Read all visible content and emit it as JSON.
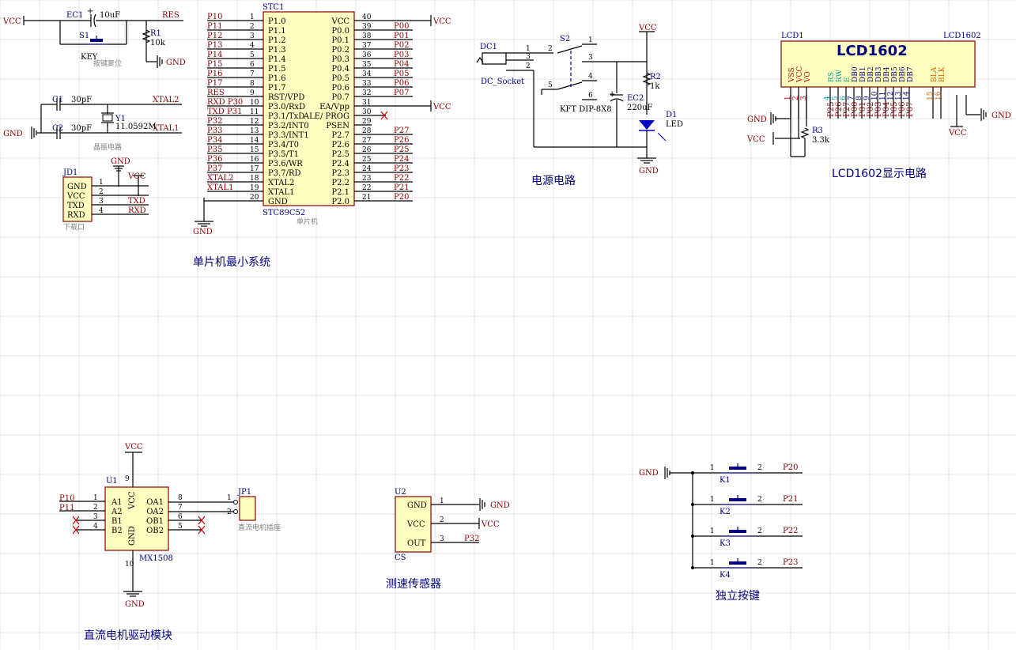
{
  "sections": {
    "mcu": "单片机最小系统",
    "power": "电源电路",
    "lcd": "LCD1602显示电路",
    "motor": "直流电机驱动模块",
    "sensor": "测速传感器",
    "keys": "独立按键",
    "reset": "按键复位",
    "crystal": "晶振电路",
    "download": "下载口",
    "mcu_small": "单片机",
    "motor_plug": "直流电机插座"
  },
  "reset": {
    "vcc": "VCC",
    "ec1": "EC1",
    "ec1_val": "10uF",
    "res": "RES",
    "s1": "S1",
    "key": "KEY",
    "r1": "R1",
    "r1_val": "10k",
    "gnd": "GND"
  },
  "crystal": {
    "c1": "C1",
    "c1_val": "30pF",
    "c2": "C2",
    "c2_val": "30pF",
    "y1": "Y1",
    "y1_val": "11.0592M",
    "xtal2": "XTAL2",
    "xtal1": "XTAL1",
    "gnd": "GND"
  },
  "jd1": {
    "ref": "JD1",
    "gnd": "GND",
    "vcc": "VCC",
    "pins": [
      {
        "name": "GND",
        "num": "1",
        "net": ""
      },
      {
        "name": "VCC",
        "num": "2",
        "net": ""
      },
      {
        "name": "TXD",
        "num": "3",
        "net": "TXD"
      },
      {
        "name": "RXD",
        "num": "4",
        "net": "RXD"
      }
    ]
  },
  "mcu": {
    "ref": "STC1",
    "part": "STC89C52",
    "gnd": "GND",
    "vcc_right": "VCC",
    "left_pins": [
      {
        "net": "P10",
        "num": "1",
        "name": "P1.0"
      },
      {
        "net": "P11",
        "num": "2",
        "name": "P1.1"
      },
      {
        "net": "P12",
        "num": "3",
        "name": "P1.2"
      },
      {
        "net": "P13",
        "num": "4",
        "name": "P1.3"
      },
      {
        "net": "P14",
        "num": "5",
        "name": "P1.4"
      },
      {
        "net": "P15",
        "num": "6",
        "name": "P1.5"
      },
      {
        "net": "P16",
        "num": "7",
        "name": "P1.6"
      },
      {
        "net": "P17",
        "num": "8",
        "name": "P1.7"
      },
      {
        "net": "RES",
        "num": "9",
        "name": "RST/VPD"
      },
      {
        "net": "RXD P30",
        "num": "10",
        "name": "P3.0/RxD"
      },
      {
        "net": "TXD P31",
        "num": "11",
        "name": "P3.1/TxD"
      },
      {
        "net": "P32",
        "num": "12",
        "name": "P3.2/INT0"
      },
      {
        "net": "P33",
        "num": "13",
        "name": "P3.3/INT1"
      },
      {
        "net": "P34",
        "num": "14",
        "name": "P3.4/T0"
      },
      {
        "net": "P35",
        "num": "15",
        "name": "P3.5/T1"
      },
      {
        "net": "P36",
        "num": "16",
        "name": "P3.6/WR"
      },
      {
        "net": "P37",
        "num": "17",
        "name": "P3.7/RD"
      },
      {
        "net": "XTAL2",
        "num": "18",
        "name": "XTAL2"
      },
      {
        "net": "XTAL1",
        "num": "19",
        "name": "XTAL1"
      },
      {
        "net": "",
        "num": "20",
        "name": "GND"
      }
    ],
    "right_pins": [
      {
        "name": "VCC",
        "num": "40",
        "net": ""
      },
      {
        "name": "P0.0",
        "num": "39",
        "net": "P00"
      },
      {
        "name": "P0.1",
        "num": "38",
        "net": "P01"
      },
      {
        "name": "P0.2",
        "num": "37",
        "net": "P02"
      },
      {
        "name": "P0.3",
        "num": "36",
        "net": "P03"
      },
      {
        "name": "P0.4",
        "num": "35",
        "net": "P04"
      },
      {
        "name": "P0.5",
        "num": "34",
        "net": "P05"
      },
      {
        "name": "P0.6",
        "num": "33",
        "net": "P06"
      },
      {
        "name": "P0.7",
        "num": "32",
        "net": "P07"
      },
      {
        "name": "EA/Vpp",
        "num": "31",
        "net": ""
      },
      {
        "name": "ALE/ PROG",
        "num": "30",
        "net": ""
      },
      {
        "name": "PSEN",
        "num": "29",
        "net": ""
      },
      {
        "name": "P2.7",
        "num": "28",
        "net": "P27"
      },
      {
        "name": "P2.6",
        "num": "27",
        "net": "P26"
      },
      {
        "name": "P2.5",
        "num": "26",
        "net": "P25"
      },
      {
        "name": "P2.4",
        "num": "25",
        "net": "P24"
      },
      {
        "name": "P2.3",
        "num": "24",
        "net": "P23"
      },
      {
        "name": "P2.2",
        "num": "23",
        "net": "P22"
      },
      {
        "name": "P2.1",
        "num": "22",
        "net": "P21"
      },
      {
        "name": "P2.0",
        "num": "21",
        "net": "P20"
      }
    ]
  },
  "power": {
    "dc1": "DC1",
    "dc_socket": "DC_Socket",
    "s2": "S2",
    "s2_part": "KFT DIP-8X8",
    "vcc": "VCC",
    "r2": "R2",
    "r2_val": "1k",
    "ec2": "EC2",
    "ec2_val": "220uF",
    "d1": "D1",
    "d1_val": "LED",
    "gnd": "GND",
    "dc_pins": [
      "1",
      "3",
      "2"
    ],
    "sw_pins": [
      "2",
      "1",
      "3",
      "4",
      "5",
      "6"
    ]
  },
  "lcd": {
    "ref": "LCD1",
    "model": "LCD1602",
    "part": "LCD1602",
    "gnd_left": "GND",
    "vcc_left": "VCC",
    "r3": "R3",
    "r3_val": "3.3k",
    "vcc_bottom": "VCC",
    "gnd_right": "GND",
    "pins": [
      {
        "name": "VSS",
        "num": "1",
        "net": "",
        "color": "#c00000"
      },
      {
        "name": "VCC",
        "num": "2",
        "net": "",
        "color": "#c00000"
      },
      {
        "name": "VO",
        "num": "3",
        "net": "",
        "color": "#c00000"
      },
      {
        "name": "RS",
        "num": "4",
        "net": "P25",
        "color": "#00a0a0"
      },
      {
        "name": "RW",
        "num": "5",
        "net": "P26",
        "color": "#00a0a0"
      },
      {
        "name": "E",
        "num": "6",
        "net": "P27",
        "color": "#00a0a0"
      },
      {
        "name": "DB0",
        "num": "7",
        "net": "P00",
        "color": "#000080"
      },
      {
        "name": "DB1",
        "num": "8",
        "net": "P01",
        "color": "#000080"
      },
      {
        "name": "DB2",
        "num": "9",
        "net": "P02",
        "color": "#000080"
      },
      {
        "name": "DB3",
        "num": "10",
        "net": "P03",
        "color": "#000080"
      },
      {
        "name": "DB4",
        "num": "11",
        "net": "P04",
        "color": "#000080"
      },
      {
        "name": "DB5",
        "num": "12",
        "net": "P05",
        "color": "#000080"
      },
      {
        "name": "DB6",
        "num": "13",
        "net": "P06",
        "color": "#000080"
      },
      {
        "name": "DB7",
        "num": "14",
        "net": "P07",
        "color": "#000080"
      },
      {
        "name": "BLA",
        "num": "15",
        "net": "",
        "color": "#e06000"
      },
      {
        "name": "BLK",
        "num": "16",
        "net": "",
        "color": "#e06000"
      }
    ]
  },
  "motor": {
    "ref": "U1",
    "part": "MX1508",
    "vcc": "VCC",
    "gnd": "GND",
    "vcc_pin": "9",
    "gnd_pin": "10",
    "vcc_label": "VCC",
    "gnd_label": "GND",
    "left_pins": [
      {
        "net": "P10",
        "num": "1",
        "name": "A1"
      },
      {
        "net": "P11",
        "num": "2",
        "name": "A2"
      },
      {
        "net": "",
        "num": "3",
        "name": "B1"
      },
      {
        "net": "",
        "num": "4",
        "name": "B2"
      }
    ],
    "right_pins": [
      {
        "name": "OA1",
        "num": "8"
      },
      {
        "name": "OA2",
        "num": "7"
      },
      {
        "name": "OB1",
        "num": "6"
      },
      {
        "name": "OB2",
        "num": "5"
      }
    ],
    "jp1": "JP1",
    "jp1_pins": [
      "1",
      "2"
    ]
  },
  "sensor": {
    "ref": "U2",
    "part": "CS",
    "pins": [
      {
        "name": "GND",
        "num": "1",
        "net": "GND"
      },
      {
        "name": "VCC",
        "num": "2",
        "net": "VCC"
      },
      {
        "name": "OUT",
        "num": "3",
        "net": "P32"
      }
    ]
  },
  "keys": {
    "gnd": "GND",
    "items": [
      {
        "ref": "K1",
        "net": "P20",
        "p1": "1",
        "p2": "2"
      },
      {
        "ref": "K2",
        "net": "P21",
        "p1": "1",
        "p2": "2"
      },
      {
        "ref": "K3",
        "net": "P22",
        "p1": "1",
        "p2": "2"
      },
      {
        "ref": "K4",
        "net": "P23",
        "p1": "1",
        "p2": "2"
      }
    ]
  }
}
